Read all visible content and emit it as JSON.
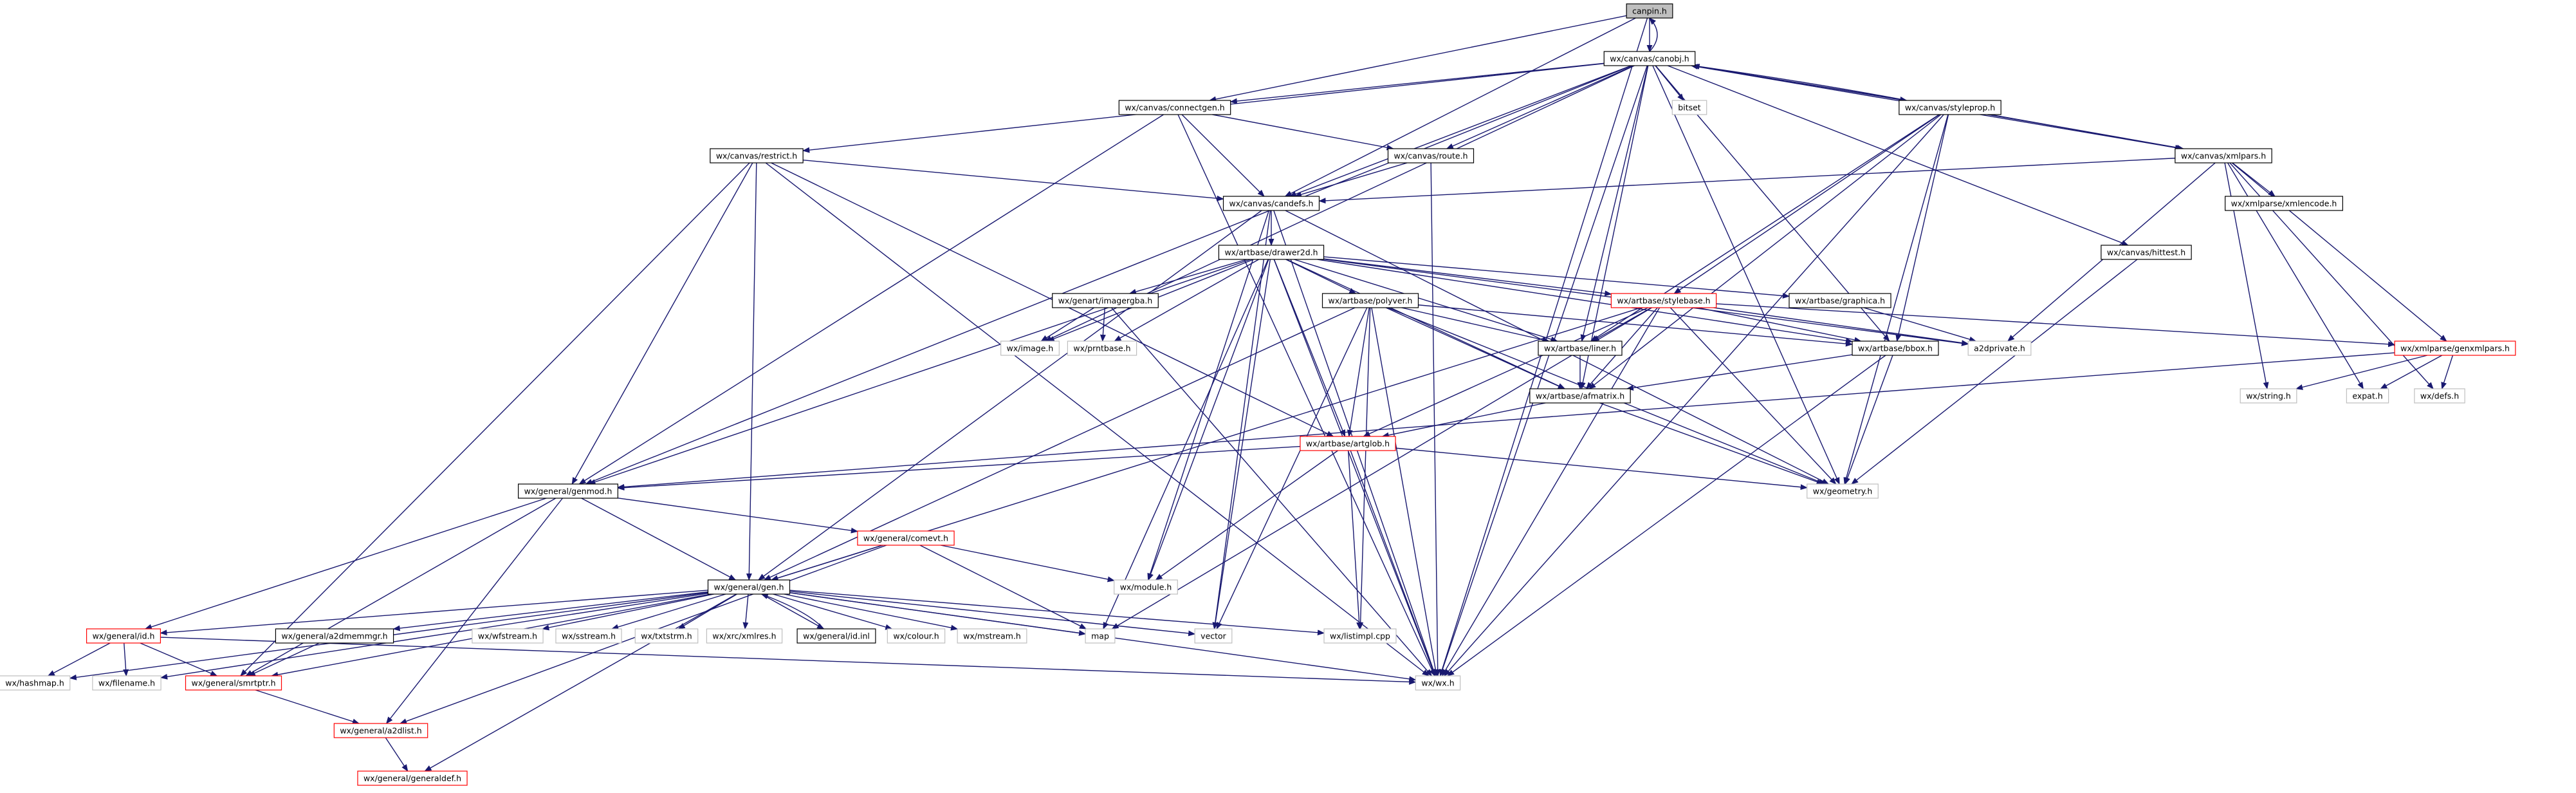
{
  "graph": {
    "colors": {
      "edge": "#191970",
      "root_fill": "#bfbfbf",
      "node_border": "#000000",
      "node_fill": "#ffffff",
      "truncated_border": "#ff0000",
      "external_border": "#bfbfbf"
    },
    "nodes": [
      {
        "id": "canpin",
        "label": "canpin.h",
        "style": "root"
      },
      {
        "id": "canobj",
        "label": "wx/canvas/canobj.h",
        "style": "normal"
      },
      {
        "id": "connectgen",
        "label": "wx/canvas/connectgen.h",
        "style": "normal"
      },
      {
        "id": "bitset",
        "label": "bitset",
        "style": "external"
      },
      {
        "id": "styleprop",
        "label": "wx/canvas/styleprop.h",
        "style": "normal"
      },
      {
        "id": "restrict",
        "label": "wx/canvas/restrict.h",
        "style": "normal"
      },
      {
        "id": "route",
        "label": "wx/canvas/route.h",
        "style": "normal"
      },
      {
        "id": "xmlpars",
        "label": "wx/canvas/xmlpars.h",
        "style": "normal"
      },
      {
        "id": "candefs",
        "label": "wx/canvas/candefs.h",
        "style": "normal"
      },
      {
        "id": "xmlencode",
        "label": "wx/xmlparse/xmlencode.h",
        "style": "normal"
      },
      {
        "id": "hittest",
        "label": "wx/canvas/hittest.h",
        "style": "normal"
      },
      {
        "id": "drawer2d",
        "label": "wx/artbase/drawer2d.h",
        "style": "normal"
      },
      {
        "id": "imagergba",
        "label": "wx/genart/imagergba.h",
        "style": "normal"
      },
      {
        "id": "polyver",
        "label": "wx/artbase/polyver.h",
        "style": "normal"
      },
      {
        "id": "stylebase",
        "label": "wx/artbase/stylebase.h",
        "style": "truncated"
      },
      {
        "id": "graphica",
        "label": "wx/artbase/graphica.h",
        "style": "normal"
      },
      {
        "id": "genxmlpars",
        "label": "wx/xmlparse/genxmlpars.h",
        "style": "truncated"
      },
      {
        "id": "image",
        "label": "wx/image.h",
        "style": "external"
      },
      {
        "id": "prntbase",
        "label": "wx/prntbase.h",
        "style": "external"
      },
      {
        "id": "liner",
        "label": "wx/artbase/liner.h",
        "style": "normal"
      },
      {
        "id": "bbox",
        "label": "wx/artbase/bbox.h",
        "style": "normal"
      },
      {
        "id": "a2dprivate",
        "label": "a2dprivate.h",
        "style": "external"
      },
      {
        "id": "wxstring",
        "label": "wx/string.h",
        "style": "external"
      },
      {
        "id": "expat",
        "label": "expat.h",
        "style": "external"
      },
      {
        "id": "defs",
        "label": "wx/defs.h",
        "style": "external"
      },
      {
        "id": "afmatrix",
        "label": "wx/artbase/afmatrix.h",
        "style": "normal"
      },
      {
        "id": "artglob",
        "label": "wx/artbase/artglob.h",
        "style": "truncated"
      },
      {
        "id": "genmod",
        "label": "wx/general/genmod.h",
        "style": "normal"
      },
      {
        "id": "geometry",
        "label": "wx/geometry.h",
        "style": "external"
      },
      {
        "id": "comevt",
        "label": "wx/general/comevt.h",
        "style": "truncated"
      },
      {
        "id": "module",
        "label": "wx/module.h",
        "style": "external"
      },
      {
        "id": "gen",
        "label": "wx/general/gen.h",
        "style": "normal"
      },
      {
        "id": "id",
        "label": "wx/general/id.h",
        "style": "truncated"
      },
      {
        "id": "a2dmemmgr",
        "label": "wx/general/a2dmemmgr.h",
        "style": "normal"
      },
      {
        "id": "wfstream",
        "label": "wx/wfstream.h",
        "style": "external"
      },
      {
        "id": "sstream",
        "label": "wx/sstream.h",
        "style": "external"
      },
      {
        "id": "txtstrm",
        "label": "wx/txtstrm.h",
        "style": "external"
      },
      {
        "id": "xmlres",
        "label": "wx/xrc/xmlres.h",
        "style": "external"
      },
      {
        "id": "idinl",
        "label": "wx/general/id.inl",
        "style": "normal"
      },
      {
        "id": "colour",
        "label": "wx/colour.h",
        "style": "external"
      },
      {
        "id": "mstream",
        "label": "wx/mstream.h",
        "style": "external"
      },
      {
        "id": "map",
        "label": "map",
        "style": "external"
      },
      {
        "id": "vector",
        "label": "vector",
        "style": "external"
      },
      {
        "id": "listimpl",
        "label": "wx/listimpl.cpp",
        "style": "external"
      },
      {
        "id": "hashmap",
        "label": "wx/hashmap.h",
        "style": "external"
      },
      {
        "id": "filename",
        "label": "wx/filename.h",
        "style": "external"
      },
      {
        "id": "smrtptr",
        "label": "wx/general/smrtptr.h",
        "style": "truncated"
      },
      {
        "id": "wxh",
        "label": "wx/wx.h",
        "style": "external"
      },
      {
        "id": "a2dlist",
        "label": "wx/general/a2dlist.h",
        "style": "truncated"
      },
      {
        "id": "generaldef",
        "label": "wx/general/generaldef.h",
        "style": "truncated"
      }
    ],
    "edges": [
      [
        "canpin",
        "canobj"
      ],
      [
        "canpin",
        "connectgen"
      ],
      [
        "canpin",
        "candefs"
      ],
      [
        "canpin",
        "wxh"
      ],
      [
        "canobj",
        "canpin"
      ],
      [
        "canobj",
        "connectgen"
      ],
      [
        "canobj",
        "bitset"
      ],
      [
        "canobj",
        "styleprop"
      ],
      [
        "canobj",
        "restrict"
      ],
      [
        "canobj",
        "route"
      ],
      [
        "canobj",
        "xmlpars"
      ],
      [
        "canobj",
        "candefs"
      ],
      [
        "canobj",
        "hittest"
      ],
      [
        "canobj",
        "genmod"
      ],
      [
        "canobj",
        "image"
      ],
      [
        "canobj",
        "liner"
      ],
      [
        "canobj",
        "afmatrix"
      ],
      [
        "canobj",
        "bbox"
      ],
      [
        "canobj",
        "geometry"
      ],
      [
        "canobj",
        "wxh"
      ],
      [
        "connectgen",
        "candefs"
      ],
      [
        "connectgen",
        "route"
      ],
      [
        "connectgen",
        "genmod"
      ],
      [
        "connectgen",
        "wxh"
      ],
      [
        "styleprop",
        "canobj"
      ],
      [
        "styleprop",
        "xmlpars"
      ],
      [
        "styleprop",
        "stylebase"
      ],
      [
        "styleprop",
        "liner"
      ],
      [
        "styleprop",
        "bbox"
      ],
      [
        "styleprop",
        "afmatrix"
      ],
      [
        "styleprop",
        "geometry"
      ],
      [
        "styleprop",
        "wxh"
      ],
      [
        "restrict",
        "candefs"
      ],
      [
        "restrict",
        "artglob"
      ],
      [
        "restrict",
        "genmod"
      ],
      [
        "restrict",
        "gen"
      ],
      [
        "restrict",
        "smrtptr"
      ],
      [
        "restrict",
        "wxh"
      ],
      [
        "route",
        "candefs"
      ],
      [
        "route",
        "wxh"
      ],
      [
        "xmlpars",
        "canobj"
      ],
      [
        "xmlpars",
        "candefs"
      ],
      [
        "xmlpars",
        "xmlencode"
      ],
      [
        "xmlpars",
        "genxmlpars"
      ],
      [
        "xmlpars",
        "a2dprivate"
      ],
      [
        "xmlpars",
        "wxstring"
      ],
      [
        "xmlpars",
        "expat"
      ],
      [
        "xmlpars",
        "defs"
      ],
      [
        "candefs",
        "drawer2d"
      ],
      [
        "candefs",
        "gen"
      ],
      [
        "candefs",
        "vector"
      ],
      [
        "candefs",
        "module"
      ],
      [
        "candefs",
        "geometry"
      ],
      [
        "candefs",
        "wxh"
      ],
      [
        "hittest",
        "geometry"
      ],
      [
        "drawer2d",
        "imagergba"
      ],
      [
        "drawer2d",
        "polyver"
      ],
      [
        "drawer2d",
        "stylebase"
      ],
      [
        "drawer2d",
        "graphica"
      ],
      [
        "drawer2d",
        "image"
      ],
      [
        "drawer2d",
        "prntbase"
      ],
      [
        "drawer2d",
        "liner"
      ],
      [
        "drawer2d",
        "bbox"
      ],
      [
        "drawer2d",
        "a2dprivate"
      ],
      [
        "drawer2d",
        "afmatrix"
      ],
      [
        "drawer2d",
        "artglob"
      ],
      [
        "drawer2d",
        "genmod"
      ],
      [
        "drawer2d",
        "module"
      ],
      [
        "drawer2d",
        "vector"
      ],
      [
        "drawer2d",
        "map"
      ],
      [
        "drawer2d",
        "wxh"
      ],
      [
        "imagergba",
        "image"
      ],
      [
        "imagergba",
        "prntbase"
      ],
      [
        "imagergba",
        "wxh"
      ],
      [
        "polyver",
        "liner"
      ],
      [
        "polyver",
        "bbox"
      ],
      [
        "polyver",
        "afmatrix"
      ],
      [
        "polyver",
        "artglob"
      ],
      [
        "polyver",
        "geometry"
      ],
      [
        "polyver",
        "vector"
      ],
      [
        "polyver",
        "listimpl"
      ],
      [
        "polyver",
        "gen"
      ],
      [
        "polyver",
        "wxh"
      ],
      [
        "stylebase",
        "liner"
      ],
      [
        "stylebase",
        "bbox"
      ],
      [
        "stylebase",
        "afmatrix"
      ],
      [
        "stylebase",
        "artglob"
      ],
      [
        "stylebase",
        "geometry"
      ],
      [
        "stylebase",
        "a2dprivate"
      ],
      [
        "stylebase",
        "genxmlpars"
      ],
      [
        "stylebase",
        "gen"
      ],
      [
        "stylebase",
        "map"
      ],
      [
        "stylebase",
        "wxh"
      ],
      [
        "graphica",
        "a2dprivate"
      ],
      [
        "genxmlpars",
        "wxstring"
      ],
      [
        "genxmlpars",
        "expat"
      ],
      [
        "genxmlpars",
        "defs"
      ],
      [
        "genxmlpars",
        "genmod"
      ],
      [
        "liner",
        "afmatrix"
      ],
      [
        "bbox",
        "afmatrix"
      ],
      [
        "bbox",
        "geometry"
      ],
      [
        "bbox",
        "wxh"
      ],
      [
        "afmatrix",
        "artglob"
      ],
      [
        "afmatrix",
        "geometry"
      ],
      [
        "artglob",
        "genmod"
      ],
      [
        "artglob",
        "geometry"
      ],
      [
        "artglob",
        "module"
      ],
      [
        "artglob",
        "listimpl"
      ],
      [
        "artglob",
        "wxh"
      ],
      [
        "genmod",
        "gen"
      ],
      [
        "genmod",
        "comevt"
      ],
      [
        "genmod",
        "id"
      ],
      [
        "genmod",
        "smrtptr"
      ],
      [
        "genmod",
        "a2dlist"
      ],
      [
        "comevt",
        "gen"
      ],
      [
        "comevt",
        "module"
      ],
      [
        "comevt",
        "map"
      ],
      [
        "comevt",
        "a2dlist"
      ],
      [
        "gen",
        "id"
      ],
      [
        "gen",
        "a2dmemmgr"
      ],
      [
        "gen",
        "wfstream"
      ],
      [
        "gen",
        "sstream"
      ],
      [
        "gen",
        "txtstrm"
      ],
      [
        "gen",
        "xmlres"
      ],
      [
        "gen",
        "idinl"
      ],
      [
        "gen",
        "colour"
      ],
      [
        "gen",
        "mstream"
      ],
      [
        "gen",
        "map"
      ],
      [
        "gen",
        "vector"
      ],
      [
        "gen",
        "listimpl"
      ],
      [
        "gen",
        "hashmap"
      ],
      [
        "gen",
        "filename"
      ],
      [
        "gen",
        "smrtptr"
      ],
      [
        "gen",
        "wxh"
      ],
      [
        "gen",
        "generaldef"
      ],
      [
        "idinl",
        "gen"
      ],
      [
        "id",
        "hashmap"
      ],
      [
        "id",
        "filename"
      ],
      [
        "id",
        "smrtptr"
      ],
      [
        "id",
        "wxh"
      ],
      [
        "a2dmemmgr",
        "smrtptr"
      ],
      [
        "smrtptr",
        "a2dlist"
      ],
      [
        "a2dlist",
        "generaldef"
      ]
    ]
  }
}
